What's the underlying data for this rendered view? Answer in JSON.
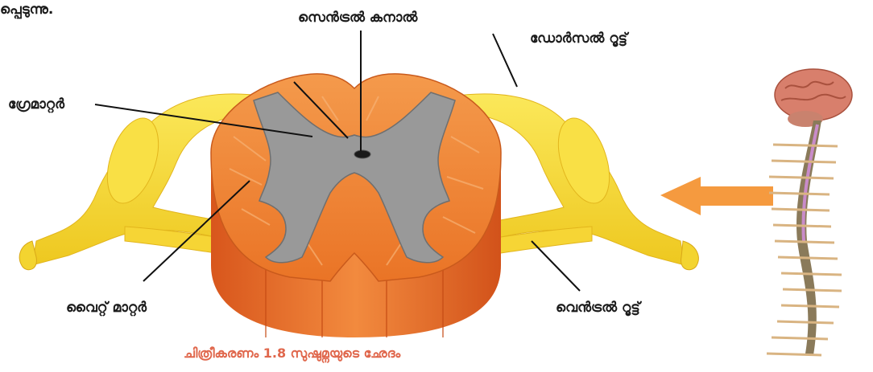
{
  "page": {
    "top_fragment": "പ്പെടുന്നു.",
    "caption": "ചിത്രീകരണം 1.8      സുഷുമ്നയുടെ ഛേദം"
  },
  "labels": {
    "central_canal": "സെൻട്രൽ കനാൽ",
    "dorsal_root": "ഡോർസൽ റൂട്ട്",
    "grey_matter": "ഗ്രേമാറ്റർ",
    "white_matter": "വൈറ്റ് മാറ്റർ",
    "ventral_root": "വെൻട്രൽ റൂട്ട്"
  },
  "colors": {
    "cord_orange": "#f0843a",
    "grey_matter": "#999999",
    "nerve_yellow": "#f7dc3c",
    "arrow_orange": "#f59a3f",
    "caption": "#e0674c"
  }
}
